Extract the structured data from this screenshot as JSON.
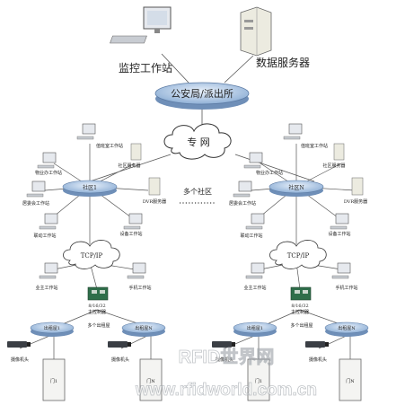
{
  "top": {
    "monitor_station": "监控工作站",
    "data_server": "数据服务器",
    "police_hub": "公安局/派出所",
    "private_net": "专 网"
  },
  "left_community": {
    "hub": "社区1",
    "property_ws": "物业办工作站",
    "duty_ws": "值班室工作站",
    "community_server": "社区服务器",
    "dvr_server": "DVR服务器",
    "owners_ws": "居委会工作站",
    "patrol_ws": "联动工作站",
    "equipment_ws": "设备工作站",
    "tcpip": "TCP/IP",
    "owner_ws": "业主工作站",
    "mobile_ws": "手机工作站",
    "controller": "8/16/32\n主控制器",
    "access1": "出租屋1",
    "accessN": "出租屋N",
    "more_units": "多个出租屋",
    "camera": "摄像机头",
    "door1": "门1",
    "doorN": "门N"
  },
  "right_community": {
    "hub": "社区N",
    "property_ws": "物业办工作站",
    "duty_ws": "值班室工作站",
    "community_server": "社区服务器",
    "dvr_server": "DVR服务器",
    "owners_ws": "居委会工作站",
    "patrol_ws": "联动工作站",
    "equipment_ws": "设备工作站",
    "tcpip": "TCP/IP",
    "owner_ws": "业主工作站",
    "mobile_ws": "手机工作站",
    "controller": "8/16/32\n主控制器",
    "access1": "出租屋1",
    "accessN": "出租屋N",
    "more_units": "多个出租屋",
    "camera": "摄像机头",
    "door1": "门1",
    "doorN": "门N"
  },
  "middle_label": "多个社区",
  "watermark_top": "RFID世界网",
  "watermark_bottom": "www.rfidworld.com.cn"
}
